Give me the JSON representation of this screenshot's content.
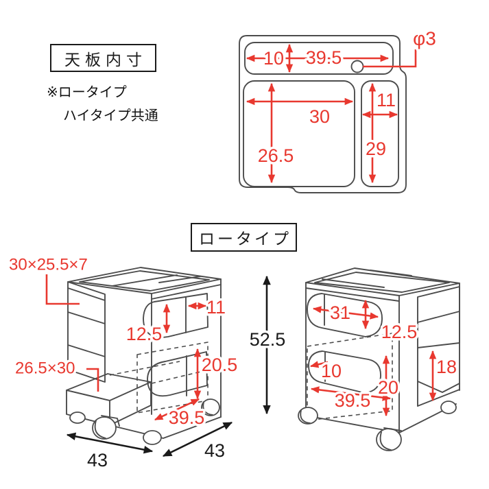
{
  "colors": {
    "red": "#e8382f",
    "line": "#4c4c4c",
    "text": "#1a1a1a"
  },
  "top_view": {
    "title": "天板内寸",
    "note1": "※ロータイプ",
    "note2": "ハイタイプ共通",
    "hole": "φ3",
    "slot_height": "10",
    "slot_width": "39.5",
    "main_width": "30",
    "main_height": "26.5",
    "side_width": "11",
    "side_height": "29"
  },
  "low_type": {
    "title": "ロータイプ",
    "height": "52.5",
    "left_cart": {
      "top_tray": "30×25.5×7",
      "bottom_tray": "26.5×30",
      "upper_h": "12.5",
      "upper_w": "11",
      "lower_h": "20.5",
      "lower_w": "39.5",
      "width": "43",
      "depth": "43"
    },
    "right_cart": {
      "upper_w": "31",
      "upper_h": "12.5",
      "lower_left": "10",
      "lower_h": "20",
      "lower_w": "39.5",
      "side_tray_h": "18"
    }
  }
}
